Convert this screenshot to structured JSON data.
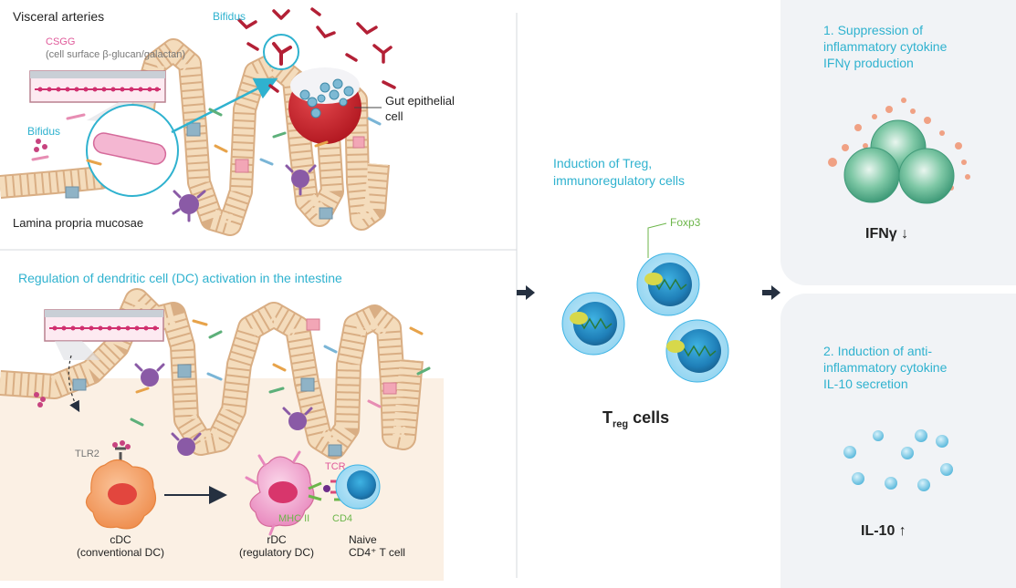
{
  "top_panel": {
    "title": "Visceral arteries",
    "csgg_label": "CSGG",
    "csgg_desc": "(cell surface β-glucan/galactan)",
    "bifidus_label_1": "Bifidus",
    "bifidus_label_2": "Bifidus",
    "gut_cell_label_1": "Gut epithelial",
    "gut_cell_label_2": "cell",
    "lamina_label": "Lamina propria mucosae"
  },
  "bottom_panel": {
    "title": "Regulation of dendritic cell (DC) activation in the intestine",
    "tlr2_label": "TLR2",
    "tcr_label": "TCR",
    "mhc_label": "MHC II",
    "cd4_label": "CD4",
    "cdc_line1": "cDC",
    "cdc_line2": "(conventional DC)",
    "rdc_line1": "rDC",
    "rdc_line2": "(regulatory DC)",
    "naive_line1": "Naive",
    "naive_line2": "CD4⁺ T cell"
  },
  "treg_panel": {
    "title_line1": "Induction of Treg,",
    "title_line2": "immunoregulatory cells",
    "foxp3_label": "Foxp3",
    "cells_label_T": "T",
    "cells_label_sub": "reg",
    "cells_label_rest": " cells"
  },
  "right_panel": {
    "item1_line1": "1. Suppression of",
    "item1_line2": "inflammatory cytokine",
    "item1_line3": "IFNγ production",
    "item1_result": "IFNγ ↓",
    "item2_line1": "2. Induction of anti-",
    "item2_line2": "inflammatory cytokine",
    "item2_line3": "IL-10 secretion",
    "item2_result": "IL-10 ↑"
  },
  "colors": {
    "accent_blue": "#2fb2cf",
    "panel_grey": "#f1f3f6",
    "villi_tan": "#f1d3ae",
    "red_cell": "#c8242c",
    "treg_blue": "#2a8fc4",
    "green_cell": "#5bb592"
  }
}
